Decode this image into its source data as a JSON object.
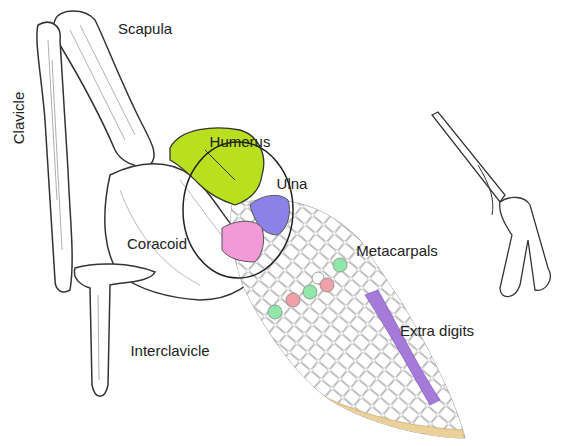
{
  "diagram": {
    "labels": [
      "Scapula",
      "Clavicle",
      "Humerus",
      "Ulna",
      "Coracoid",
      "Metacarpals",
      "Extra digits",
      "Interclavicle"
    ]
  }
}
